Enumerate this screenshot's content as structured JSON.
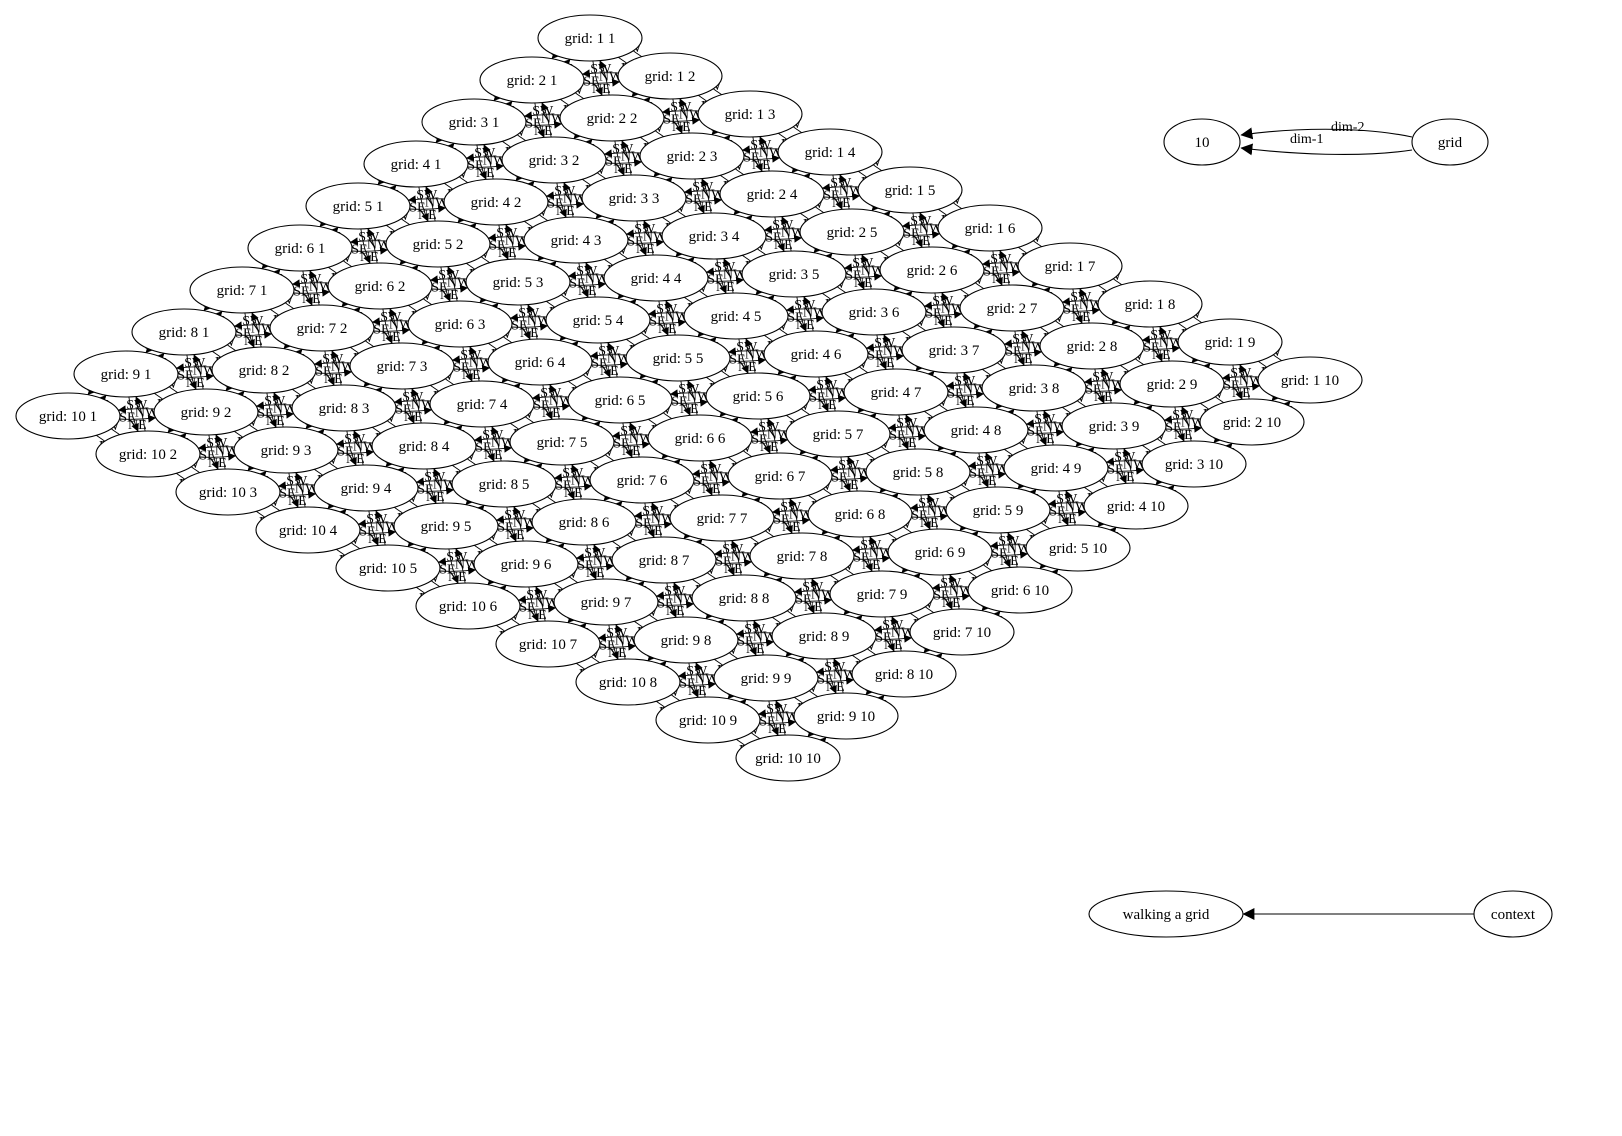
{
  "graph": {
    "node_prefix": "grid:",
    "rows": [
      1,
      2,
      3,
      4,
      5,
      6,
      7,
      8,
      9,
      10
    ],
    "cols": [
      1,
      2,
      3,
      4,
      5,
      6,
      7,
      8,
      9,
      10
    ],
    "directions": {
      "north": "N",
      "south": "S",
      "east": "E",
      "west": "W",
      "north_east": "NE",
      "north_west": "NW",
      "south_east": "SE",
      "south_west": "SW"
    },
    "colors": {
      "stroke": "#000000",
      "fill": "#ffffff",
      "background": "#ffffff"
    }
  },
  "dims": {
    "source": "grid",
    "target": "10",
    "edges": [
      "dim-2",
      "dim-1"
    ]
  },
  "context": {
    "source": "context",
    "target": "walking a grid"
  }
}
